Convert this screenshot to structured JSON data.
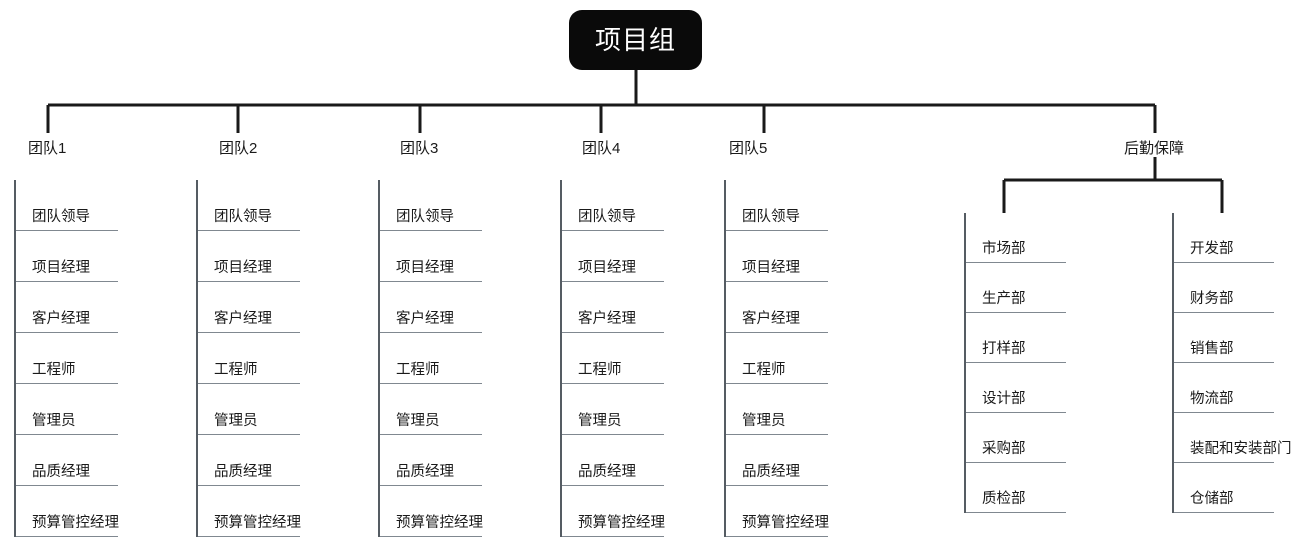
{
  "diagram": {
    "title": "项目组",
    "root": {
      "label": "项目组",
      "fill": "#0a0a0a",
      "text_color": "#ffffff"
    },
    "line_color": "#1a1a1a",
    "rule_color": "#808890",
    "spine_color": "#555c63",
    "branches": [
      {
        "key": "team1",
        "label": "团队1",
        "items": [
          "团队领导",
          "项目经理",
          "客户经理",
          "工程师",
          "管理员",
          "品质经理",
          "预算管控经理"
        ]
      },
      {
        "key": "team2",
        "label": "团队2",
        "items": [
          "团队领导",
          "项目经理",
          "客户经理",
          "工程师",
          "管理员",
          "品质经理",
          "预算管控经理"
        ]
      },
      {
        "key": "team3",
        "label": "团队3",
        "items": [
          "团队领导",
          "项目经理",
          "客户经理",
          "工程师",
          "管理员",
          "品质经理",
          "预算管控经理"
        ]
      },
      {
        "key": "team4",
        "label": "团队4",
        "items": [
          "团队领导",
          "项目经理",
          "客户经理",
          "工程师",
          "管理员",
          "品质经理",
          "预算管控经理"
        ]
      },
      {
        "key": "team5",
        "label": "团队5",
        "items": [
          "团队领导",
          "项目经理",
          "客户经理",
          "工程师",
          "管理员",
          "品质经理",
          "预算管控经理"
        ]
      }
    ],
    "support": {
      "key": "support",
      "label": "后勤保障",
      "columns": [
        {
          "key": "support-left",
          "items": [
            "市场部",
            "生产部",
            "打样部",
            "设计部",
            "采购部",
            "质检部"
          ]
        },
        {
          "key": "support-right",
          "items": [
            "开发部",
            "财务部",
            "销售部",
            "物流部",
            "装配和安装部门",
            "仓储部"
          ]
        }
      ]
    }
  }
}
